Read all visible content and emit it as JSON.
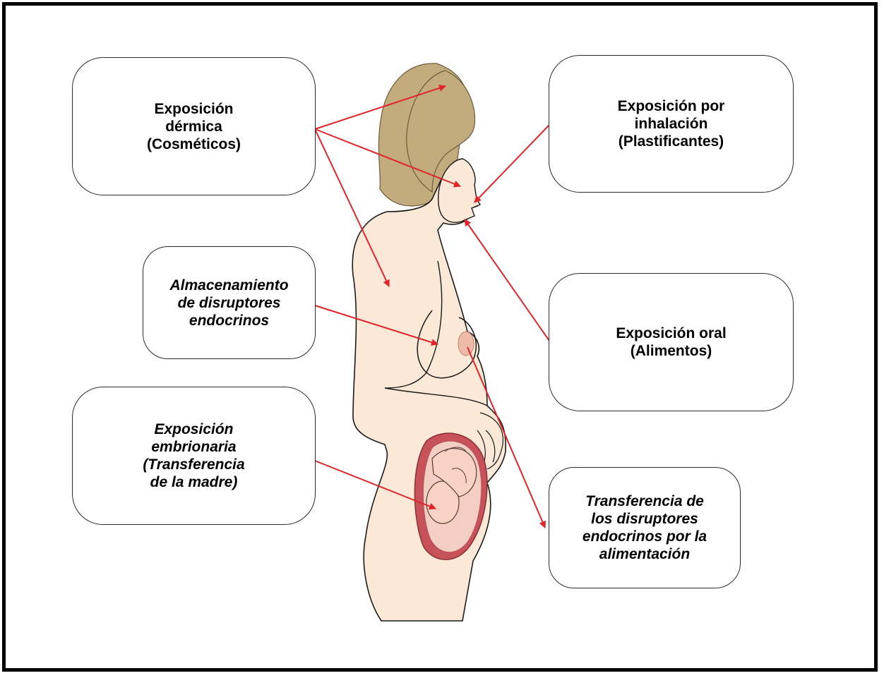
{
  "diagram": {
    "boxes": {
      "dermal": "Exposición\ndérmica\n(Cosméticos)",
      "inhalation": "Exposición por\ninhalación\n(Plastificantes)",
      "storage": "Almacenamiento\nde disruptores\nendocrinos",
      "oral": "Exposición oral\n(Alimentos)",
      "embryo": "Exposición\nembrionaria\n(Transferencia\nde la madre)",
      "feeding": "Transferencia de\nlos disruptores\nendocrinos por la\nalimentación"
    },
    "colors": {
      "arrow": "#e0242b",
      "hair": "#c2ac7e",
      "skin": "#fbe8d6",
      "outline": "#1a1a1a",
      "womb": "#c7525a",
      "fetus": "#f6d3c4"
    }
  }
}
